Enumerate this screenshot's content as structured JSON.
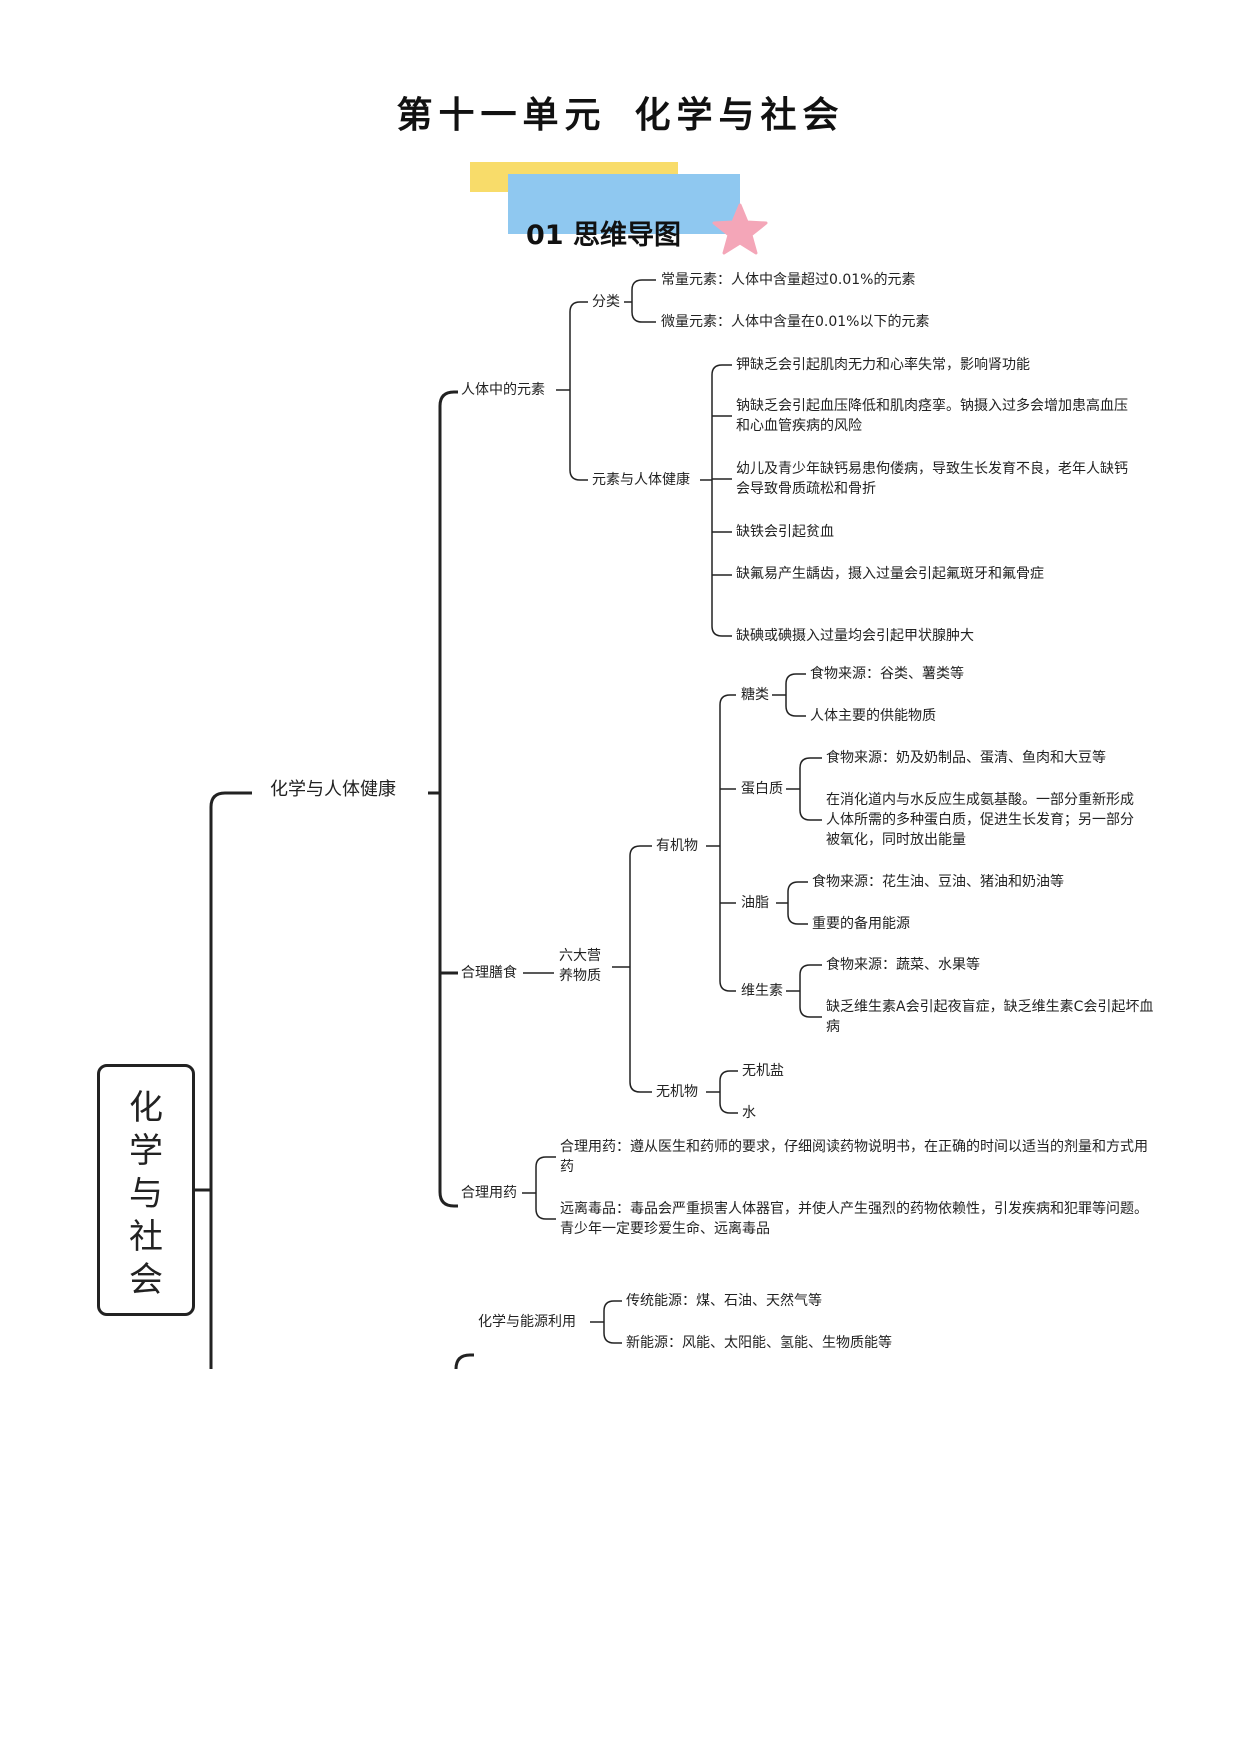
{
  "header": {
    "unit": "第十一单元",
    "topic": "化学与社会",
    "section": "01  思维导图"
  },
  "mindmap": {
    "root": "化学与社会",
    "branch_health": "化学与人体健康",
    "elements": {
      "label": "人体中的元素",
      "classify": {
        "label": "分类",
        "major": "常量元素：人体中含量超过0.01%的元素",
        "trace": "微量元素：人体中含量在0.01%以下的元素"
      },
      "health": {
        "label": "元素与人体健康",
        "items": [
          "钾缺乏会引起肌肉无力和心率失常，影响肾功能",
          "钠缺乏会引起血压降低和肌肉痉挛。钠摄入过多会增加患高血压和心血管疾病的风险",
          "幼儿及青少年缺钙易患佝偻病，导致生长发育不良，老年人缺钙会导致骨质疏松和骨折",
          "缺铁会引起贫血",
          "缺氟易产生龋齿，摄入过量会引起氟斑牙和氟骨症",
          "缺碘或碘摄入过量均会引起甲状腺肿大"
        ]
      }
    },
    "diet": {
      "label": "合理膳食",
      "nutrients": "六大营养物质",
      "organic": {
        "label": "有机物",
        "sugar": {
          "label": "糖类",
          "source": "食物来源：谷类、薯类等",
          "role": "人体主要的供能物质"
        },
        "protein": {
          "label": "蛋白质",
          "source": "食物来源：奶及奶制品、蛋清、鱼肉和大豆等",
          "role": "在消化道内与水反应生成氨基酸。一部分重新形成人体所需的多种蛋白质，促进生长发育；另一部分被氧化，同时放出能量"
        },
        "fat": {
          "label": "油脂",
          "source": "食物来源：花生油、豆油、猪油和奶油等",
          "role": "重要的备用能源"
        },
        "vitamin": {
          "label": "维生素",
          "source": "食物来源：蔬菜、水果等",
          "role": "缺乏维生素A会引起夜盲症，缺乏维生素C会引起坏血病"
        }
      },
      "inorganic": {
        "label": "无机物",
        "salt": "无机盐",
        "water": "水"
      }
    },
    "medicine": {
      "label": "合理用药",
      "use": "合理用药：遵从医生和药师的要求，仔细阅读药物说明书，在正确的时间以适当的剂量和方式用药",
      "drugs": "远离毒品：毒品会严重损害人体器官，并使人产生强烈的药物依赖性，引发疾病和犯罪等问题。青少年一定要珍爱生命、远离毒品"
    },
    "energy": {
      "label": "化学与能源利用",
      "traditional": "传统能源：煤、石油、天然气等",
      "new": "新能源：风能、太阳能、氢能、生物质能等"
    }
  },
  "colors": {
    "banner_yellow": "#f8dc6a",
    "banner_blue": "#8fc8f0",
    "star": "#f4a6b8",
    "line": "#222222"
  }
}
